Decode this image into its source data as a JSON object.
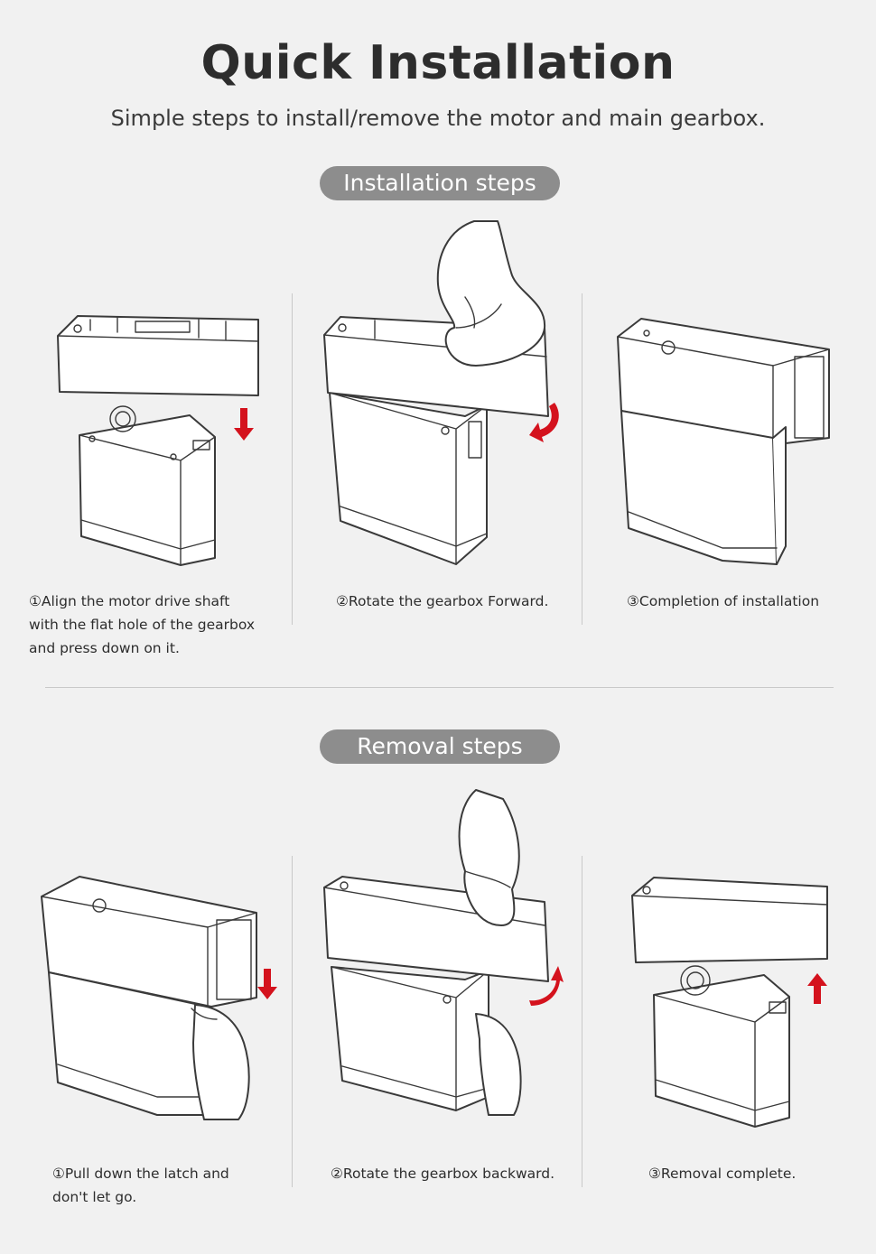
{
  "header": {
    "title": "Quick Installation",
    "subtitle": "Simple steps to install/remove the motor and main gearbox."
  },
  "sections": {
    "installation": {
      "label": "Installation steps",
      "steps": [
        {
          "caption": "①Align the motor drive shaft with the flat hole of the gearbox and press down on it."
        },
        {
          "caption": "②Rotate the gearbox Forward."
        },
        {
          "caption": "③Completion of installation"
        }
      ]
    },
    "removal": {
      "label": "Removal steps",
      "steps": [
        {
          "caption": "①Pull down the latch and don't let go."
        },
        {
          "caption": "②Rotate the gearbox backward."
        },
        {
          "caption": "③Removal complete."
        }
      ]
    }
  },
  "colors": {
    "accent_arrow": "#d4121d",
    "pill": "#8d8d8d",
    "background": "#f1f1f1"
  },
  "icons": [
    "arrow-down-icon",
    "rotate-forward-icon",
    "rotate-backward-icon",
    "arrow-up-icon"
  ]
}
